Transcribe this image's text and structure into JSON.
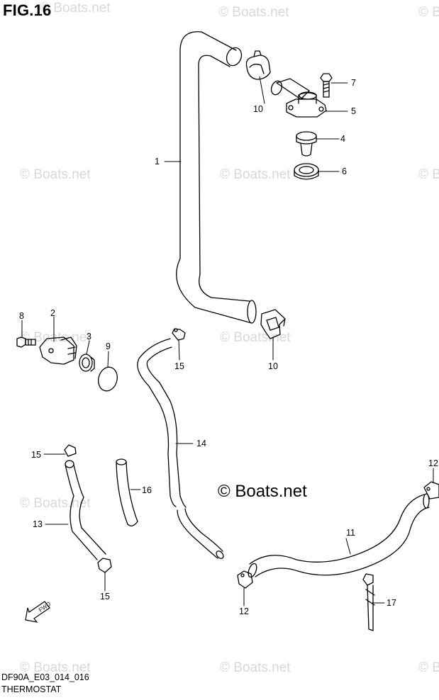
{
  "figure": {
    "title": "FIG.16",
    "model_code": "DF90A_E03_014_016",
    "section_name": "THERMOSTAT"
  },
  "brand": "© Boats.net",
  "watermark": "© Boats.net",
  "fwd_label": "FWD",
  "callouts": {
    "hose_main": "1",
    "case_left": "2",
    "thermostat_left": "3",
    "thermostat": "4",
    "cap": "5",
    "seal": "6",
    "bolt_top": "7",
    "bolt_left": "8",
    "o_ring": "9",
    "clamp_top": "10",
    "clamp_mid": "10",
    "hose_long": "11",
    "clip_right": "12",
    "clip_bottom": "12",
    "hose_13": "13",
    "hose_14": "14",
    "clip_14_top": "15",
    "clip_13_top": "15",
    "clip_13_bottom": "15",
    "hose_16": "16",
    "tie": "17"
  }
}
